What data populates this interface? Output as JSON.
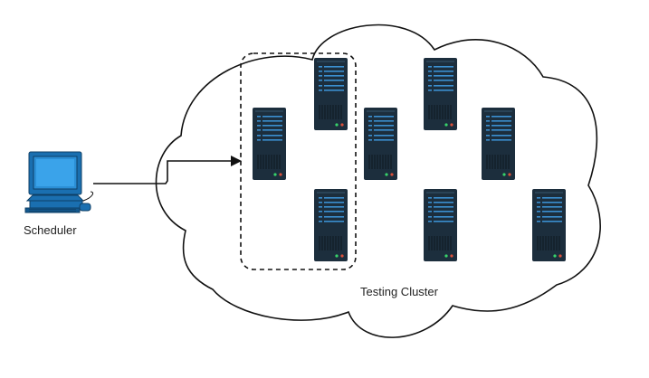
{
  "scheduler": {
    "label": "Scheduler",
    "icon": "computer-icon"
  },
  "cluster": {
    "label": "Testing Cluster",
    "icon": "cloud-icon"
  },
  "server_icon": "server-icon",
  "servers": [
    {
      "id": "server-selected-1",
      "group": "selected"
    },
    {
      "id": "server-selected-2",
      "group": "selected"
    },
    {
      "id": "server-selected-3",
      "group": "selected"
    },
    {
      "id": "server-4",
      "group": "cluster"
    },
    {
      "id": "server-5",
      "group": "cluster"
    },
    {
      "id": "server-6",
      "group": "cluster"
    },
    {
      "id": "server-7",
      "group": "cluster"
    },
    {
      "id": "server-8",
      "group": "cluster"
    }
  ],
  "colors": {
    "server_body": "#1c2e3d",
    "server_stripe": "#3b8fd0",
    "server_led_green": "#37d26a",
    "server_led_red": "#d9503b",
    "computer_blue": "#1a6fb0",
    "computer_screen": "#2b8fd6",
    "outline": "#111111"
  }
}
